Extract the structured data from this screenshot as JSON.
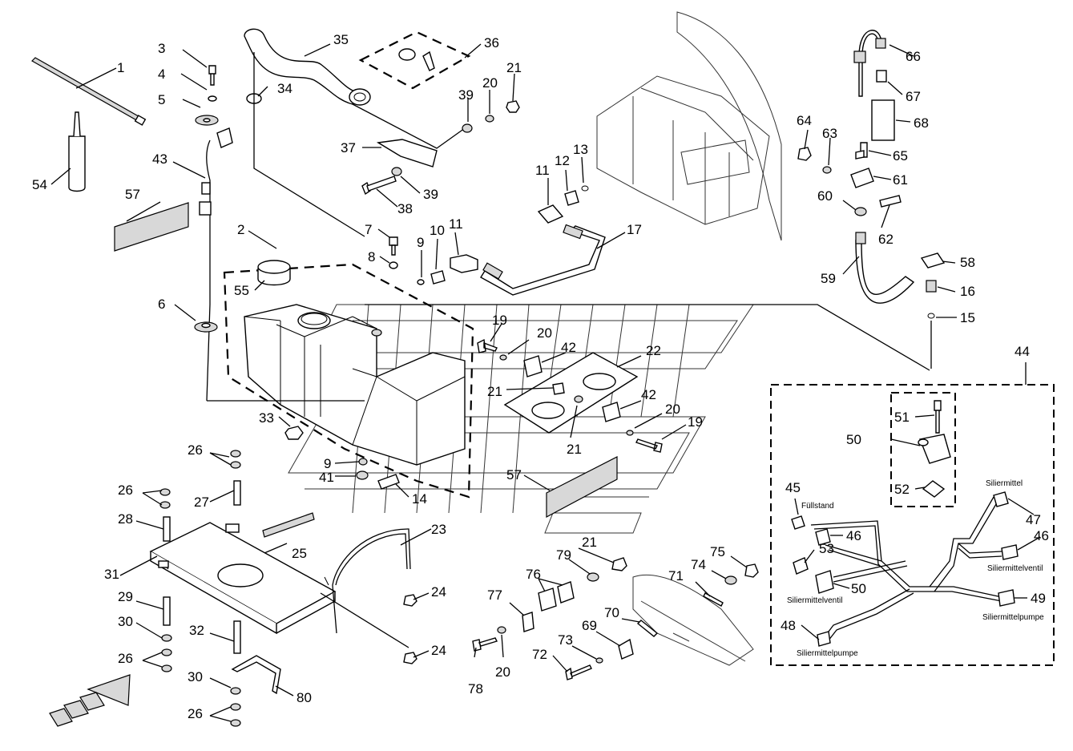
{
  "callouts": [
    {
      "id": "c1",
      "text": "1"
    },
    {
      "id": "c2",
      "text": "2"
    },
    {
      "id": "c3",
      "text": "3"
    },
    {
      "id": "c4",
      "text": "4"
    },
    {
      "id": "c5",
      "text": "5"
    },
    {
      "id": "c6",
      "text": "6"
    },
    {
      "id": "c7",
      "text": "7"
    },
    {
      "id": "c8",
      "text": "8"
    },
    {
      "id": "c9a",
      "text": "9"
    },
    {
      "id": "c9b",
      "text": "9"
    },
    {
      "id": "c10",
      "text": "10"
    },
    {
      "id": "c11a",
      "text": "11"
    },
    {
      "id": "c11b",
      "text": "11"
    },
    {
      "id": "c12",
      "text": "12"
    },
    {
      "id": "c13",
      "text": "13"
    },
    {
      "id": "c14",
      "text": "14"
    },
    {
      "id": "c15",
      "text": "15"
    },
    {
      "id": "c16",
      "text": "16"
    },
    {
      "id": "c17",
      "text": "17"
    },
    {
      "id": "c19a",
      "text": "19"
    },
    {
      "id": "c19b",
      "text": "19"
    },
    {
      "id": "c20a",
      "text": "20"
    },
    {
      "id": "c20b",
      "text": "20"
    },
    {
      "id": "c20c",
      "text": "20"
    },
    {
      "id": "c20d",
      "text": "20"
    },
    {
      "id": "c21a",
      "text": "21"
    },
    {
      "id": "c21b",
      "text": "21"
    },
    {
      "id": "c21c",
      "text": "21"
    },
    {
      "id": "c21d",
      "text": "21"
    },
    {
      "id": "c22",
      "text": "22"
    },
    {
      "id": "c23",
      "text": "23"
    },
    {
      "id": "c24a",
      "text": "24"
    },
    {
      "id": "c24b",
      "text": "24"
    },
    {
      "id": "c25",
      "text": "25"
    },
    {
      "id": "c26a",
      "text": "26"
    },
    {
      "id": "c26b",
      "text": "26"
    },
    {
      "id": "c26c",
      "text": "26"
    },
    {
      "id": "c26d",
      "text": "26"
    },
    {
      "id": "c27",
      "text": "27"
    },
    {
      "id": "c28",
      "text": "28"
    },
    {
      "id": "c29",
      "text": "29"
    },
    {
      "id": "c30a",
      "text": "30"
    },
    {
      "id": "c30b",
      "text": "30"
    },
    {
      "id": "c31",
      "text": "31"
    },
    {
      "id": "c32",
      "text": "32"
    },
    {
      "id": "c33",
      "text": "33"
    },
    {
      "id": "c34",
      "text": "34"
    },
    {
      "id": "c35",
      "text": "35"
    },
    {
      "id": "c36",
      "text": "36"
    },
    {
      "id": "c37",
      "text": "37"
    },
    {
      "id": "c38",
      "text": "38"
    },
    {
      "id": "c39a",
      "text": "39"
    },
    {
      "id": "c39b",
      "text": "39"
    },
    {
      "id": "c41",
      "text": "41"
    },
    {
      "id": "c42a",
      "text": "42"
    },
    {
      "id": "c42b",
      "text": "42"
    },
    {
      "id": "c43",
      "text": "43"
    },
    {
      "id": "c44",
      "text": "44"
    },
    {
      "id": "c45",
      "text": "45"
    },
    {
      "id": "c46a",
      "text": "46"
    },
    {
      "id": "c46b",
      "text": "46"
    },
    {
      "id": "c47",
      "text": "47"
    },
    {
      "id": "c48",
      "text": "48"
    },
    {
      "id": "c49",
      "text": "49"
    },
    {
      "id": "c50a",
      "text": "50"
    },
    {
      "id": "c50b",
      "text": "50"
    },
    {
      "id": "c51",
      "text": "51"
    },
    {
      "id": "c52",
      "text": "52"
    },
    {
      "id": "c53",
      "text": "53"
    },
    {
      "id": "c54",
      "text": "54"
    },
    {
      "id": "c55",
      "text": "55"
    },
    {
      "id": "c57a",
      "text": "57"
    },
    {
      "id": "c57b",
      "text": "57"
    },
    {
      "id": "c58",
      "text": "58"
    },
    {
      "id": "c59",
      "text": "59"
    },
    {
      "id": "c60",
      "text": "60"
    },
    {
      "id": "c61",
      "text": "61"
    },
    {
      "id": "c62",
      "text": "62"
    },
    {
      "id": "c63",
      "text": "63"
    },
    {
      "id": "c64",
      "text": "64"
    },
    {
      "id": "c65",
      "text": "65"
    },
    {
      "id": "c66",
      "text": "66"
    },
    {
      "id": "c67",
      "text": "67"
    },
    {
      "id": "c68",
      "text": "68"
    },
    {
      "id": "c69",
      "text": "69"
    },
    {
      "id": "c70",
      "text": "70"
    },
    {
      "id": "c71",
      "text": "71"
    },
    {
      "id": "c72",
      "text": "72"
    },
    {
      "id": "c73",
      "text": "73"
    },
    {
      "id": "c74",
      "text": "74"
    },
    {
      "id": "c75",
      "text": "75"
    },
    {
      "id": "c76",
      "text": "76"
    },
    {
      "id": "c77",
      "text": "77"
    },
    {
      "id": "c78",
      "text": "78"
    },
    {
      "id": "c79",
      "text": "79"
    },
    {
      "id": "c80",
      "text": "80"
    }
  ],
  "wiring_labels": {
    "fuellstand": "Füllstand",
    "siliermittel": "Siliermittel",
    "siliermittelventil_right": "Siliermittelventil",
    "siliermittelventil_left": "Siliermittelventil",
    "siliermittelpumpe_right": "Siliermittelpumpe",
    "siliermittelpumpe_left": "Siliermittelpumpe"
  }
}
